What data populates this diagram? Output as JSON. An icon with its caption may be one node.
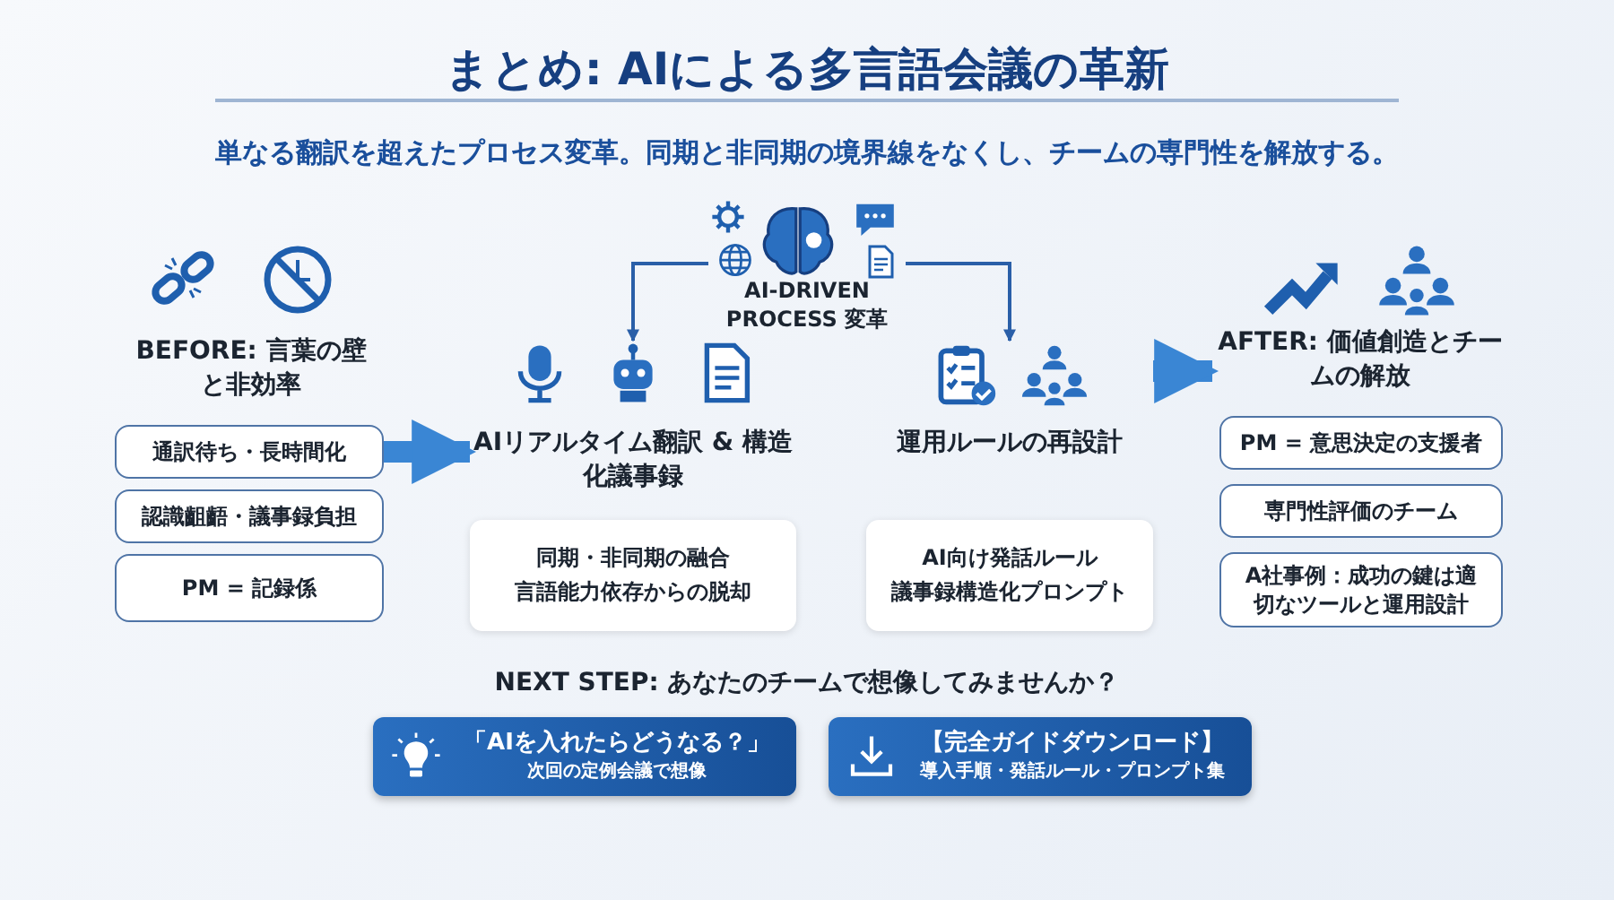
{
  "diagram": {
    "title": "まとめ: AIによる多言語会議の革新",
    "nodes": [
      {
        "text": [
          "BEFORE: 言葉の壁と非効率"
        ]
      },
      {
        "text": [
          "通訳待ち・長時間化"
        ]
      },
      {
        "text": [
          "認識齟齬・議事録負担"
        ]
      },
      {
        "text": [
          "PM = 記録係"
        ]
      },
      {
        "text": [
          "AI-DRIVEN PROCESS 変革"
        ]
      },
      {
        "text": [
          "AIリアルタイム翻訳 & 構造化議事録",
          "同期・非同期の融合",
          "言語能力依存からの脱却"
        ]
      },
      {
        "text": [
          "運用ルールの再設計",
          "AI向け発話ルール",
          "議事録構造化プロンプト"
        ]
      },
      {
        "text": [
          "AFTER: 価値創造とチームの解放"
        ]
      },
      {
        "text": [
          "PM = 意思決定の支援者"
        ]
      },
      {
        "text": [
          "専門性評価のチーム"
        ]
      },
      {
        "text": [
          "A社事例：成功の鍵は適切なツールと運用設計"
        ]
      },
      {
        "text": [
          "「AIを入れたらどうなる？」",
          "次回の定例会議で想像"
        ]
      },
      {
        "text": [
          "【完全ガイドダウンロード】",
          "導入手順・発話ルール・プロンプト集"
        ]
      }
    ],
    "edges": [
      {
        "from": 4,
        "to": 5,
        "arrow": "to"
      },
      {
        "from": 4,
        "to": 6,
        "arrow": "to"
      },
      {
        "from": 1,
        "to": 5,
        "arrow": "to",
        "style": "thick"
      },
      {
        "from": 6,
        "to": 7,
        "arrow": "to",
        "style": "thick"
      }
    ],
    "labels": [
      "単なる翻訳を超えたプロセス変革。同期と非同期の境界線をなくし、チームの専門性を解放する。",
      "NEXT STEP: あなたのチームで想像してみませんか？"
    ]
  }
}
